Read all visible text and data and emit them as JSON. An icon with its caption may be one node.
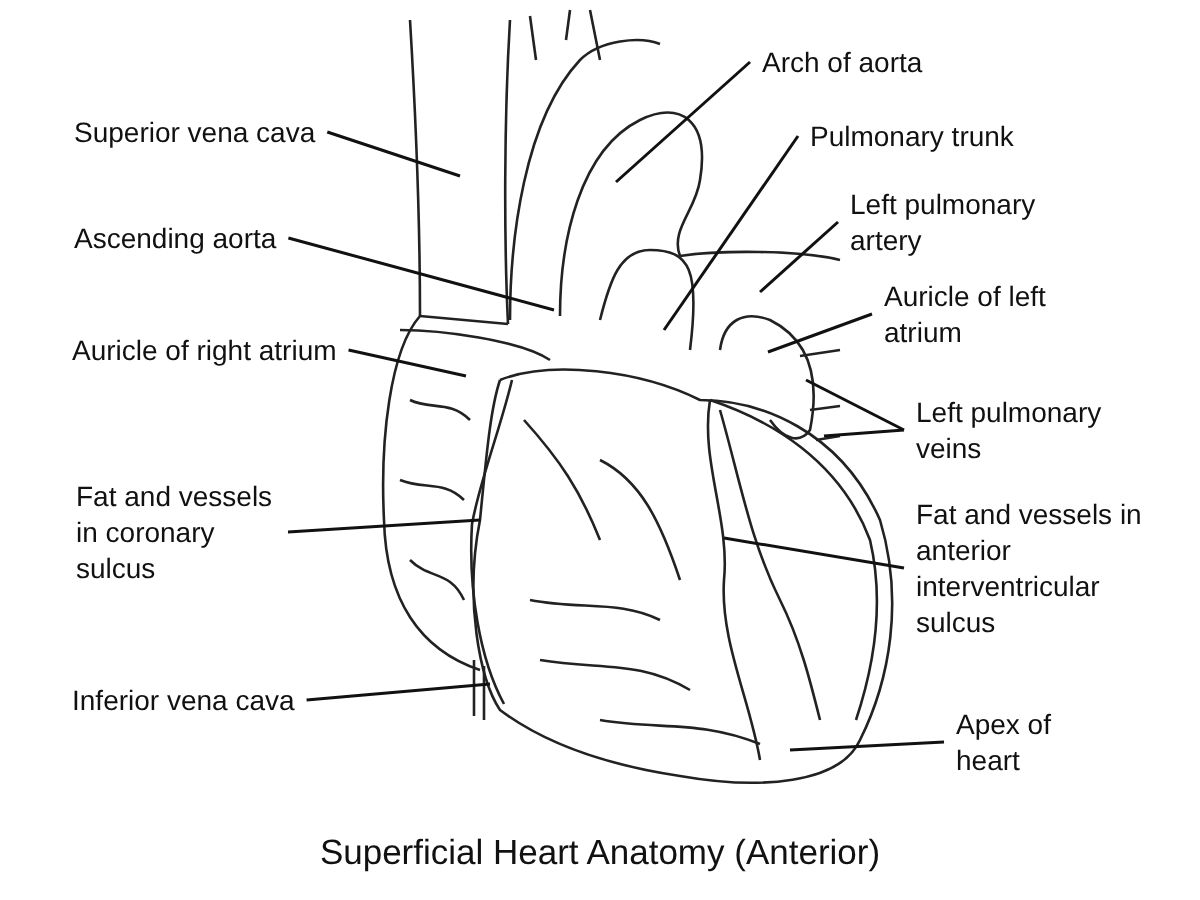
{
  "diagram": {
    "caption": "Superficial Heart Anatomy (Anterior)",
    "nodes": [
      {
        "text": [
          "Superior vena cava"
        ]
      },
      {
        "text": [
          "Ascending aorta"
        ]
      },
      {
        "text": [
          "Auricle of right atrium"
        ]
      },
      {
        "text": [
          "Fat and vessels in coronary sulcus"
        ]
      },
      {
        "text": [
          "Inferior vena cava"
        ]
      },
      {
        "text": [
          "Arch of aorta"
        ]
      },
      {
        "text": [
          "Pulmonary trunk"
        ]
      },
      {
        "text": [
          "Left pulmonary artery"
        ]
      },
      {
        "text": [
          "Auricle of left atrium"
        ]
      },
      {
        "text": [
          "Left pulmonary veins"
        ]
      },
      {
        "text": [
          "Fat and vessels in anterior interventricular sulcus"
        ]
      },
      {
        "text": [
          "Apex of heart"
        ]
      }
    ],
    "edges": [
      {
        "from": 0,
        "to": null,
        "arrow": "none"
      },
      {
        "from": 1,
        "to": null,
        "arrow": "none"
      },
      {
        "from": 2,
        "to": null,
        "arrow": "none"
      },
      {
        "from": 3,
        "to": null,
        "arrow": "none"
      },
      {
        "from": 4,
        "to": null,
        "arrow": "none"
      },
      {
        "from": 5,
        "to": null,
        "arrow": "none"
      },
      {
        "from": 6,
        "to": null,
        "arrow": "none"
      },
      {
        "from": 7,
        "to": null,
        "arrow": "none"
      },
      {
        "from": 8,
        "to": null,
        "arrow": "none"
      },
      {
        "from": 9,
        "to": null,
        "arrow": "none"
      },
      {
        "from": 9,
        "to": null,
        "arrow": "none"
      },
      {
        "from": 10,
        "to": null,
        "arrow": "none"
      },
      {
        "from": 11,
        "to": null,
        "arrow": "none"
      }
    ]
  }
}
